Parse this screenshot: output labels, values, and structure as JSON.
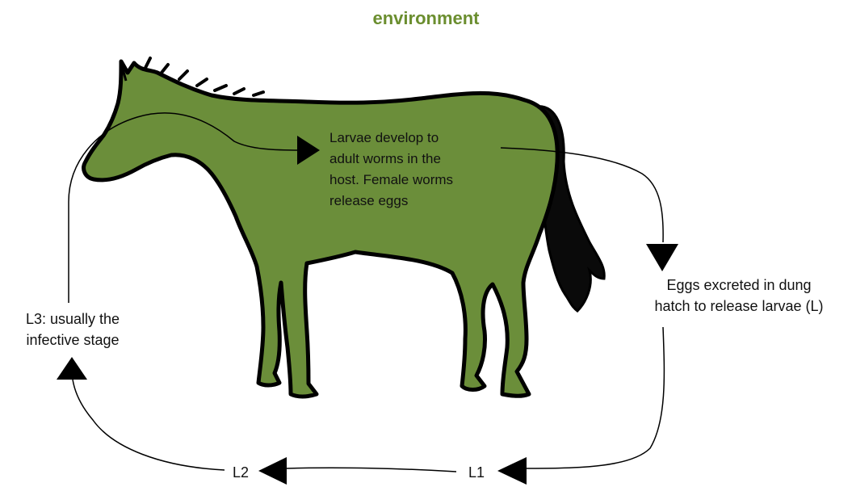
{
  "diagram": {
    "title": "environment",
    "colors": {
      "title": "#6b8e2f",
      "horse_fill": "#6b8e3a",
      "horse_outline": "#000000",
      "tail": "#0a0a0a",
      "arrows": "#000000"
    },
    "icons": {
      "horse": "horse-silhouette-icon",
      "arrowhead": "triangle-arrowhead-icon"
    },
    "stages": {
      "host": [
        "Larvae develop to",
        "adult worms in the",
        "host. Female worms",
        "release eggs"
      ],
      "eggs": [
        "Eggs excreted in dung",
        "hatch to release larvae (L)"
      ],
      "l3": [
        "L3: usually the",
        "infective stage"
      ],
      "l2": "L2",
      "l1": "L1"
    }
  }
}
